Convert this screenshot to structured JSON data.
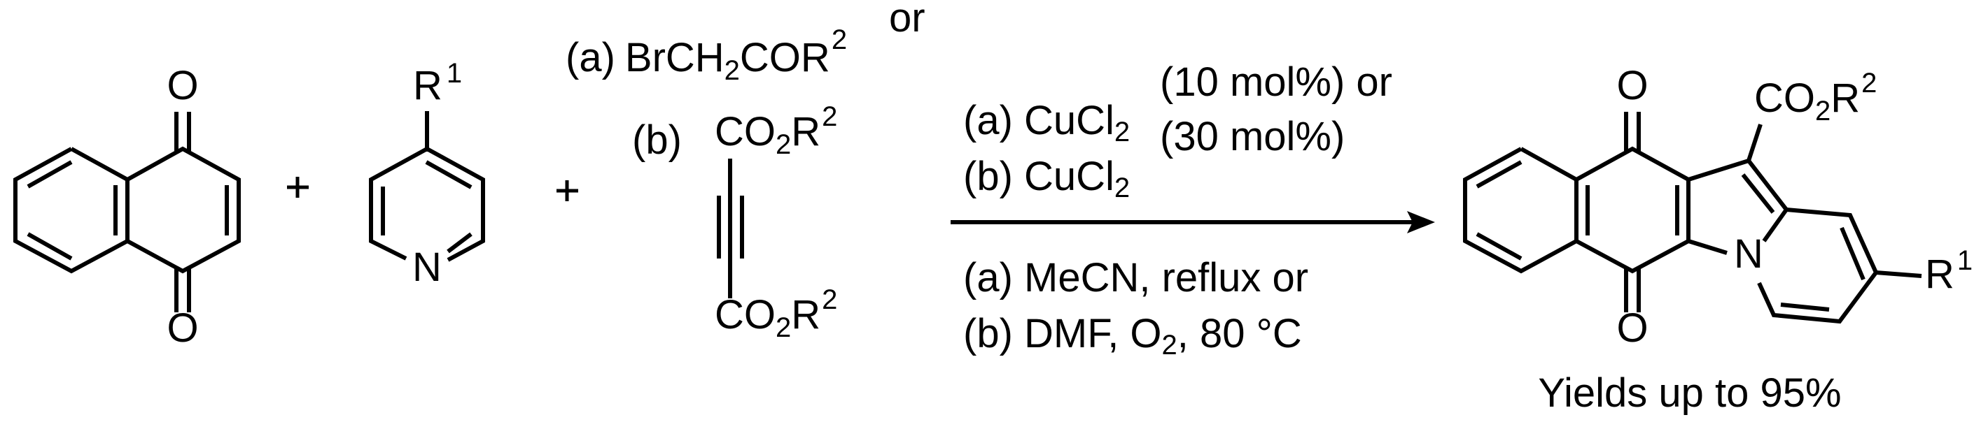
{
  "colors": {
    "ink": "#000000",
    "background": "#ffffff"
  },
  "reactants": {
    "naphthoquinone": {
      "atom_o_top": "O",
      "atom_o_bottom": "O"
    },
    "plus_1": "+",
    "pyridine": {
      "substituent": "R",
      "substituent_sup": "1",
      "atom_n": "N"
    },
    "plus_2": "+",
    "reagent_a": {
      "label": "(a)",
      "formula_part1": "BrCH",
      "formula_sub": "2",
      "formula_part2": "COR",
      "formula_sup": "2",
      "connector": "or"
    },
    "reagent_b": {
      "label": "(b)",
      "top_group": {
        "text1": "CO",
        "sub": "2",
        "text2": "R",
        "sup": "2"
      },
      "bottom_group": {
        "text1": "CO",
        "sub": "2",
        "text2": "R",
        "sup": "2"
      }
    }
  },
  "conditions": {
    "above_arrow": [
      {
        "prefix": "(a) CuCl",
        "sub": "2"
      },
      {
        "prefix": "(b) CuCl",
        "sub": "2"
      }
    ],
    "catalyst_loading": [
      "(10 mol%) or",
      "(30 mol%)"
    ],
    "below_arrow": [
      {
        "text": "(a) MeCN, reflux or"
      },
      {
        "prefix": "(b) DMF, O",
        "sub": "2",
        "suffix": ", 80 °C"
      }
    ]
  },
  "product": {
    "atom_o_top": "O",
    "atom_o_bottom": "O",
    "atom_n": "N",
    "ester_group": {
      "text1": "CO",
      "sub": "2",
      "text2": "R",
      "sup": "2"
    },
    "substituent": {
      "text": "R",
      "sup": "1"
    },
    "yield_caption": "Yields up to 95%"
  }
}
